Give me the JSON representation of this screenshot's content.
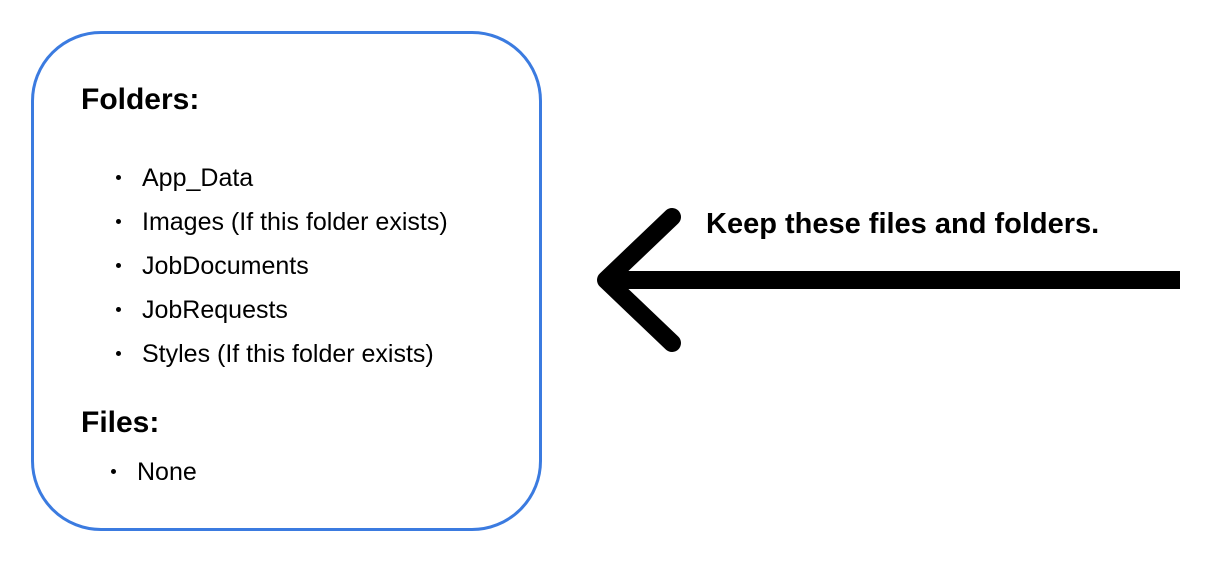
{
  "folders": {
    "title": "Folders:",
    "items": [
      "App_Data",
      "Images (If this folder exists)",
      "JobDocuments",
      "JobRequests",
      "Styles (If this folder exists)"
    ]
  },
  "files": {
    "title": "Files:",
    "items": [
      "None"
    ]
  },
  "callout": {
    "text": "Keep these files and folders."
  },
  "colors": {
    "panel_border": "#3b7be0",
    "arrow": "#000000",
    "text": "#000000"
  },
  "icons": {
    "arrow": "left-arrow-icon"
  }
}
